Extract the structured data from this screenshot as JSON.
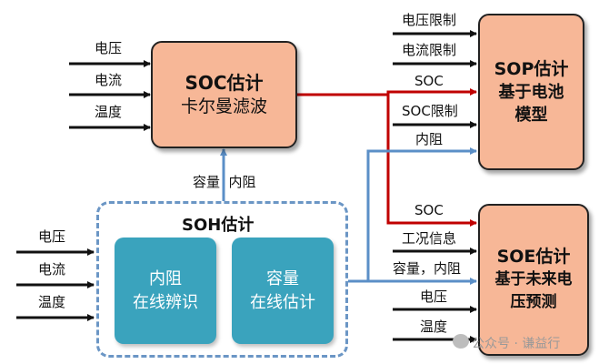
{
  "soc_box": {
    "title": "SOC估计",
    "subtitle": "卡尔曼滤波"
  },
  "sop_box": {
    "title": "SOP估计",
    "line2": "基于电池",
    "line3": "模型"
  },
  "soe_box": {
    "title": "SOE估计",
    "line2": "基于未来电",
    "line3": "压预测"
  },
  "soh_group": {
    "title": "SOH估计",
    "feedback_label": "容量  内阻"
  },
  "soh_blocks": [
    {
      "line1": "内阻",
      "line2": "在线辨识"
    },
    {
      "line1": "容量",
      "line2": "在线估计"
    }
  ],
  "soc_inputs": [
    "电压",
    "电流",
    "温度"
  ],
  "soh_inputs": [
    "电压",
    "电流",
    "温度"
  ],
  "sop_inputs": [
    "电压限制",
    "电流限制",
    "SOC",
    "SOC限制",
    "内阻"
  ],
  "soe_inputs": [
    "SOC",
    "工况信息",
    "容量，内阻",
    "电压",
    "温度"
  ],
  "colors": {
    "signal_red": "#c00000",
    "signal_blue": "#5b8fc7",
    "box_orange": "#f7b797",
    "box_teal": "#3aa3bd"
  },
  "watermark": "公众号 · 谦益行"
}
